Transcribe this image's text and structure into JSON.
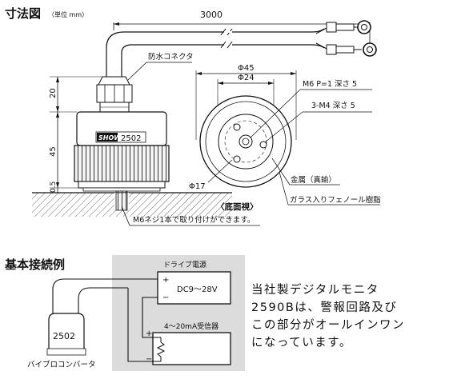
{
  "dimensions": {
    "title": "寸法図",
    "unit": "（単位 mm）",
    "cable_length": "3000",
    "connector_label": "防水コネクタ",
    "dim_20": "20",
    "dim_45": "45",
    "dim_05": "0.5",
    "brand": "SHOWA",
    "model": "2502",
    "screw_note": "M6ネジ1本で取り付けができます。",
    "phi45": "Φ45",
    "phi24": "Φ24",
    "phi17": "Φ17",
    "thread_label": "M6 P=1 深さ 5",
    "holes_label": "3-M4 深さ 5",
    "bottom_view": "〈底面視〉",
    "metal_label": "金属（真鍮）",
    "resin_label": "ガラス入りフェノール樹脂"
  },
  "wiring": {
    "title": "基本接続例",
    "power_supply_title": "ドライブ電源",
    "plus": "+",
    "minus": "−",
    "voltage": "DC9～28V",
    "receiver_title": "4～20mA受信器",
    "receiver_plus": "+",
    "receiver_minus": "−",
    "sensor_model": "2502",
    "sensor_name": "バイブロコンバータ"
  },
  "note_lines": [
    "当社製デジタルモニタ",
    "2590Bは、警報回路及び",
    "この部分がオールインワン",
    "になっています。"
  ]
}
